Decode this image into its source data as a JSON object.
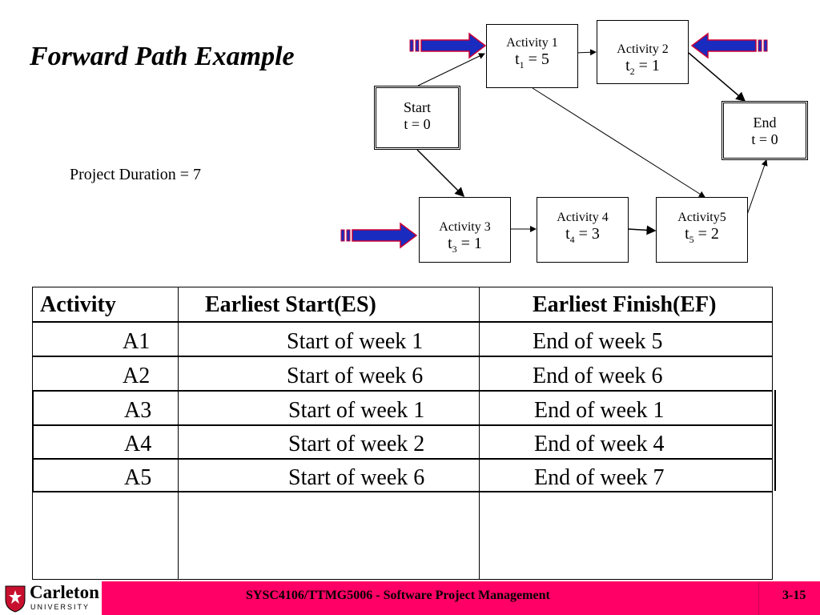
{
  "slide": {
    "title": "Forward Path Example",
    "project_duration": "Project Duration = 7"
  },
  "diagram": {
    "nodes": {
      "a1": {
        "label": "Activity 1",
        "var": "t",
        "sub": "1",
        "rhs": " = 5"
      },
      "a2": {
        "label": "Activity 2",
        "var": "t",
        "sub": "2",
        "rhs": " = 1"
      },
      "start": {
        "label": "Start",
        "value": "t = 0"
      },
      "end": {
        "label": "End",
        "value": "t = 0"
      },
      "a3": {
        "label": "Activity 3",
        "var": "t",
        "sub": "3",
        "rhs": " = 1"
      },
      "a4": {
        "label": "Activity 4",
        "var": "t",
        "sub": "4",
        "rhs": " = 3"
      },
      "a5": {
        "label": "Activity5",
        "var": "t",
        "sub": "5",
        "rhs": " = 2"
      }
    },
    "colors": {
      "pointer_fill": "#1a2bbf",
      "pointer_stroke": "#cc0033"
    }
  },
  "table": {
    "headers": [
      "Activity",
      "Earliest Start(ES)",
      "Earliest Finish(EF)"
    ],
    "rows": [
      [
        "A1",
        "Start of week 1",
        "End of week 5"
      ],
      [
        "A2",
        "Start of week 6",
        "End of week 6"
      ],
      [
        "A3",
        "Start of week 1",
        "End of week 1"
      ],
      [
        "A4",
        "Start of week 2",
        "End of week 4"
      ],
      [
        "A5",
        "Start of week 6",
        "End of week 7"
      ]
    ]
  },
  "footer": {
    "course": "SYSC4106/TTMG5006 - Software Project Management",
    "page": "3-15",
    "logo_name": "Carleton",
    "logo_sub": "UNIVERSITY",
    "color": "#ff0066"
  }
}
